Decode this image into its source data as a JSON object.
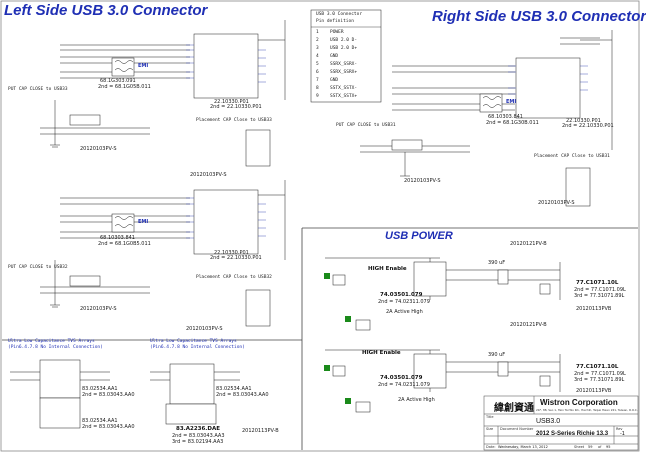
{
  "headers": {
    "left": "Left Side USB 3.0 Connector",
    "right": "Right Side USB 3.0 Connector",
    "power": "USB POWER"
  },
  "connector_table": {
    "title": "USB 3.0 Connector",
    "subtitle": "Pin definition",
    "rows": [
      {
        "pin": "1",
        "name": "POWER"
      },
      {
        "pin": "2",
        "name": "USB 2.0 D-"
      },
      {
        "pin": "3",
        "name": "USB 2.0 D+"
      },
      {
        "pin": "4",
        "name": "GND"
      },
      {
        "pin": "5",
        "name": "SSRX_SSRX-"
      },
      {
        "pin": "6",
        "name": "SSRX_SSRX+"
      },
      {
        "pin": "7",
        "name": "GND"
      },
      {
        "pin": "8",
        "name": "SSTX_SSTX-"
      },
      {
        "pin": "9",
        "name": "SSTX_SSTX+"
      }
    ]
  },
  "left_top": {
    "inductor_ref": "68.1G303.091",
    "inductor_alt": "2nd = 68.1G05B.011",
    "emi": "EMI",
    "connector_ref": "22.10330.P01",
    "connector_alt": "2nd = 22.10330.P01",
    "cap_note": "PUT CAP CLOSE to USB33",
    "placement_note": "Placement CAP Close to USB33",
    "date": "20120103PV-S",
    "date2": "20120103PV-S"
  },
  "left_bottom": {
    "inductor_ref": "68.10303.841",
    "inductor_alt": "2nd = 68.1G0B5.011",
    "emi": "EMI",
    "connector_ref": "22.10330.P01",
    "connector_alt": "2nd = 22.10330.P01",
    "cap_note": "PUT CAP CLOSE to USB32",
    "placement_note": "Placement CAP Close to USB32",
    "date": "20120103PV-S",
    "date2": "20120103PV-S"
  },
  "right_top": {
    "inductor_ref": "68.10303.841",
    "inductor_alt": "2nd = 68.1G30B.011",
    "emi": "EMI",
    "connector_ref": "22.10330.P01",
    "connector_alt": "2nd = 22.10330.P01",
    "cap_note": "PUT CAP CLOSE to USB31",
    "placement_note": "Placement CAP Close to USB31",
    "date": "20120103PV-S",
    "date2": "20120103PV-S"
  },
  "power": {
    "top": {
      "enable_label": "HIGH Enable",
      "part": "74.03501.079",
      "part_alt": "2nd = 74.02311.079",
      "active": "2A Active High",
      "cap_label": "390 uF",
      "cap_part": "77.C1071.10L",
      "cap_alt": "2nd = 77.C1071.09L",
      "cap_alt2": "3rd = 77.31071.89L",
      "date": "20120113PVB",
      "date_top": "20120121PV-B"
    },
    "bottom": {
      "enable_label": "HIGH Enable",
      "part": "74.03501.079",
      "part_alt": "2nd = 74.02311.079",
      "active": "2A Active High",
      "cap_label": "390 uF",
      "cap_part": "77.C1071.10L",
      "cap_alt": "2nd = 77.C1071.09L",
      "cap_alt2": "3rd = 77.31071.89L",
      "date": "20120113PVB",
      "date_top": "20120121PV-B"
    }
  },
  "tvs": {
    "left_title": "Ultra Low Capacitance TVS Arrays",
    "left_sub": "(Pin6.4.7.8 No Internal Connection)",
    "left_part": "83.02534.AA1",
    "left_part_alt": "2nd = 83.03043.AA0",
    "left_part2": "83.02534.AA1",
    "left_part2_alt": "2nd = 83.03043.AA0",
    "mid_title": "Ultra Low Capacitance TVS Arrays",
    "mid_sub": "(Pin6.4.7.8 No Internal Connection)",
    "mid_part": "83.02534.AA1",
    "mid_part_alt": "2nd = 83.03043.AA0",
    "mid_part2": "83.A2236.DAE",
    "mid_part2_alt": "2nd = 83.03043.AA3",
    "mid_part2_alt2": "3rd = 83.02194.AA3",
    "date": "20120113PV-B"
  },
  "title_block": {
    "logo_text": "緯創資通",
    "company": "Wistron Corporation",
    "address": "21F, 88, Sec.1, Hsin Tai Wu Rd., Hsichih, Taipei Hsien 221, Taiwan, R.O.C.",
    "title_label": "Title",
    "title": "USB3.0",
    "size_label": "Size",
    "doc_label": "Document Number",
    "rev_label": "Rev",
    "model": "2012 S-Series Richie 13.3",
    "rev": "-1",
    "date_label": "Date:",
    "date": "Wednesday, March 13, 2012",
    "sheet_label": "Sheet",
    "sheet": "59",
    "of_label": "of",
    "of": "95"
  },
  "colors": {
    "wire": "#1a1a1a",
    "net_red": "#cc1111",
    "header_blue": "#1f2fb4",
    "chip_fill": "#ffffff",
    "pin_blue": "#2233aa",
    "green": "#1a8a1a"
  }
}
